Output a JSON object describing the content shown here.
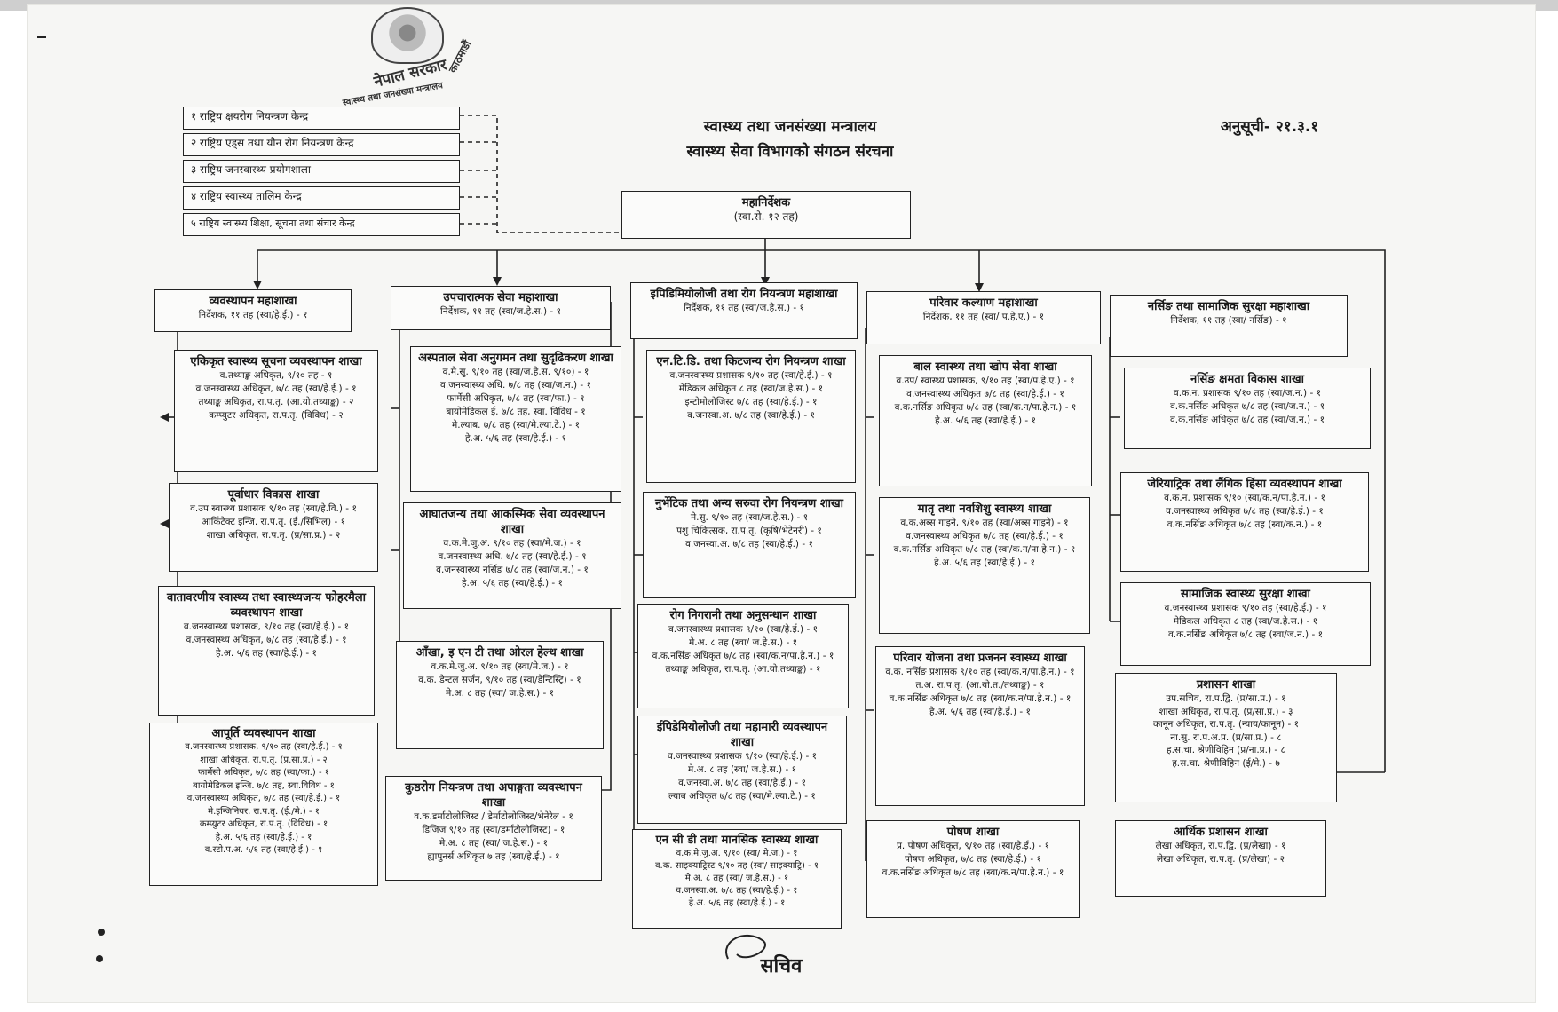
{
  "header": {
    "org_name": "नेपाल सरकार",
    "org_sub": "स्वास्थ्य तथा जनसंख्या मन्त्रालय",
    "location": "काठमाडौं",
    "title_1": "स्वास्थ्य तथा जनसंख्या मन्त्रालय",
    "title_2": "स्वास्थ्य सेवा विभागको संगठन संरचना",
    "annex": "अनुसूची- २१.३.१"
  },
  "centres": [
    "१ राष्ट्रिय क्षयरोग नियन्त्रण केन्द्र",
    "२ राष्ट्रिय एड्स तथा यौन रोग नियन्त्रण केन्द्र",
    "३ राष्ट्रिय जनस्वास्थ्य प्रयोगशाला",
    "४ राष्ट्रिय स्वास्थ्य तालिम केन्द्र",
    "५ राष्ट्रिय स्वास्थ्य शिक्षा, सूचना तथा संचार केन्द्र"
  ],
  "director_general": {
    "title": "महानिर्देशक",
    "level": "(स्वा.से. १२ तह)"
  },
  "divisions": [
    {
      "title": "व्यवस्थापन महाशाखा",
      "head": "निर्देशक, ११ तह (स्वा/हे.ई.) - १",
      "sections": [
        {
          "title": "एकिकृत स्वास्थ्य सूचना व्यवस्थापन शाखा",
          "lines": [
            "व.तथ्याङ्क अधिकृत, ९/१० तह - १",
            "व.जनस्वास्थ्य अधिकृत, ७/८ तह (स्वा/हे.ई.) - १",
            "तथ्याङ्क अधिकृत, रा.प.तृ. (आ.यो.तथ्याङ्क) - २",
            "कम्प्युटर अधिकृत, रा.प.तृ. (विविध) - २"
          ]
        },
        {
          "title": "पूर्वाधार विकास शाखा",
          "lines": [
            "व.उप स्वास्थ्य प्रशासक ९/१० तह (स्वा/हे.वि.) - १",
            "आर्किटेक्ट इन्जि. रा.प.तृ. (ई./सिभिल) - १",
            "शाखा अधिकृत, रा.प.तृ. (प्र/सा.प्र.) - २"
          ]
        },
        {
          "title": "वातावरणीय स्वास्थ्य तथा स्वास्थ्यजन्य फोहरमैला व्यवस्थापन शाखा",
          "lines": [
            "व.जनस्वास्थ्य प्रशासक, ९/१० तह (स्वा/हे.ई.) - १",
            "व.जनस्वास्थ्य अधिकृत, ७/८ तह (स्वा/हे.ई.) - १",
            "हे.अ. ५/६ तह (स्वा/हे.ई.) - १"
          ]
        },
        {
          "title": "आपूर्ति व्यवस्थापन शाखा",
          "lines": [
            "व.जनस्वास्थ्य प्रशासक, ९/१० तह (स्वा/हे.ई.) - १",
            "शाखा अधिकृत, रा.प.तृ. (प्र.सा.प्र.) - २",
            "फार्मेसी अधिकृत, ७/८ तह (स्वा/फा.) - १",
            "बायोमेडिकल इन्जि. ७/८ तह, स्वा.विविध - १",
            "व.जनस्वास्थ्य अधिकृत, ७/८ तह (स्वा/हे.ई.) - १",
            "मे.इन्जिनियर, रा.प.तृ. (ई./मे.) - १",
            "कम्प्युटर अधिकृत, रा.प.तृ. (विविध) - १",
            "हे.अ. ५/६ तह (स्वा/हे.ई.) - १",
            "व.स्टो.प.अ. ५/६ तह (स्वा/हे.ई.) - १"
          ]
        }
      ]
    },
    {
      "title": "उपचारात्मक सेवा महाशाखा",
      "head": "निर्देशक, ११ तह (स्वा/ज.हे.स.) - १",
      "sections": [
        {
          "title": "अस्पताल सेवा अनुगमन तथा सुदृढिकरण शाखा",
          "lines": [
            "व.मे.सु. ९/१० तह (स्वा/ज.हे.स. ९/१०) - १",
            "व.जनस्वास्थ्य अधि. ७/८ तह (स्वा/ज.न.) - १",
            "फार्मेसी अधिकृत, ७/८ तह (स्वा/फा.) - १",
            "बायोमेडिकल ई. ७/८ तह, स्वा. विविध - १",
            "मे.ल्याब. ७/८ तह (स्वा/मे.ल्या.टे.) - १",
            "हे.अ. ५/६ तह (स्वा/हे.ई.) - १"
          ]
        },
        {
          "title": "आघातजन्य तथा आकस्मिक सेवा व्यवस्थापन शाखा",
          "lines": [
            "व.क.मे.जु.अ. ९/१० तह (स्वा/मे.ज.) - १",
            "व.जनस्वास्थ्य अधि. ७/८ तह (स्वा/हे.ई.) - १",
            "व.जनस्वास्थ्य नर्सिङ ७/८ तह (स्वा/ज.न.) - १",
            "हे.अ. ५/६ तह (स्वा/हे.ई.) - १"
          ]
        },
        {
          "title": "आँखा, इ एन टी तथा ओरल हेल्थ शाखा",
          "lines": [
            "व.क.मे.जु.अ. ९/१० तह (स्वा/मे.ज.) - १",
            "व.क. डेन्टल सर्जन, ९/१० तह (स्वा/डेन्टिस्ट्रि) - १",
            "मे.अ. ८ तह (स्वा/ ज.हे.स.) - १"
          ]
        },
        {
          "title": "कुष्ठरोग नियन्त्रण तथा अपाङ्गता व्यवस्थापन शाखा",
          "lines": [
            "व.क.डर्माटोलोजिस्ट / डेर्माटोलोजिस्ट/भेनेरेल - १",
            "डिजिज ९/१० तह (स्वा/डर्माटोलोजिस्ट) - १",
            "मे.अ. ८ तह (स्वा/ ज.हे.स.) - १",
            "ह्यापुनर्स अधिकृत ७ तह (स्वा/हे.ई.) - १"
          ]
        }
      ]
    },
    {
      "title": "इपिडिमियोलोजी तथा रोग नियन्त्रण महाशाखा",
      "head": "निर्देशक, ११ तह (स्वा/ज.हे.स.) - १",
      "sections": [
        {
          "title": "एन.टि.डि. तथा किटजन्य रोग नियन्त्रण शाखा",
          "lines": [
            "व.जनस्वास्थ्य प्रशासक ९/१० तह (स्वा/हे.ई.) - १",
            "मेडिकल अधिकृत ८ तह (स्वा/ज.हे.स.) - १",
            "इन्टोमोलोजिस्ट ७/८ तह (स्वा/हे.ई.) - १",
            "व.जनस्वा.अ. ७/८ तह (स्वा/हे.ई.) - १"
          ]
        },
        {
          "title": "नुर्भेटिक तथा अन्य सरुवा रोग नियन्त्रण शाखा",
          "lines": [
            "मे.सु. ९/१० तह (स्वा/ज.हे.स.) - १",
            "पशु चिकित्सक, रा.प.तृ. (कृषि/भेटेनरी) - १",
            "व.जनस्वा.अ. ७/८ तह (स्वा/हे.ई.) - १"
          ]
        },
        {
          "title": "रोग निगरानी तथा अनुसन्धान शाखा",
          "lines": [
            "व.जनस्वास्थ्य प्रशासक ९/१० (स्वा/हे.ई.) - १",
            "मे.अ. ८ तह (स्वा/ ज.हे.स.) - १",
            "व.क.नर्सिङ अधिकृत ७/८ तह (स्वा/क.न/पा.हे.न.) - १",
            "तथ्याङ्क अधिकृत, रा.प.तृ. (आ.यो.तथ्याङ्क) - १"
          ]
        },
        {
          "title": "ईपिडेमियोलोजी तथा महामारी व्यवस्थापन शाखा",
          "lines": [
            "व.जनस्वास्थ्य प्रशासक ९/१० (स्वा/हे.ई.) - १",
            "मे.अ. ८ तह (स्वा/ ज.हे.स.) - १",
            "व.जनस्वा.अ. ७/८ तह (स्वा/हे.ई.) - १",
            "ल्याब अधिकृत ७/८ तह (स्वा/मे.ल्या.टे.) - १"
          ]
        },
        {
          "title": "एन सी डी तथा मानसिक स्वास्थ्य शाखा",
          "lines": [
            "व.क.मे.जु.अ. ९/१० (स्वा/ मे.ज.) - १",
            "व.क. साइक्याट्रिस्ट ९/१० तह (स्वा/ साइक्याट्रि) - १",
            "मे.अ. ८ तह (स्वा/ ज.हे.स.) - १",
            "व.जनस्वा.अ. ७/८ तह (स्वा/हे.ई.) - १",
            "हे.अ. ५/६ तह (स्वा/हे.ई.) - १"
          ]
        }
      ]
    },
    {
      "title": "परिवार कल्याण महाशाखा",
      "head": "निर्देशक, ११ तह (स्वा/ प.हे.ए.) - १",
      "sections": [
        {
          "title": "बाल स्वास्थ्य तथा खोप सेवा शाखा",
          "lines": [
            "व.उप/ स्वास्थ्य प्रशासक, ९/१० तह (स्वा/प.हे.ए.) - १",
            "व.जनस्वास्थ्य अधिकृत ७/८ तह (स्वा/हे.ई.) - १",
            "व.क.नर्सिङ अधिकृत ७/८ तह (स्वा/क.न/पा.हे.न.) - १",
            "हे.अ. ५/६ तह (स्वा/हे.ई.) - १"
          ]
        },
        {
          "title": "मातृ तथा नवशिशु स्वास्थ्य शाखा",
          "lines": [
            "व.क.अब्स गाइने, ९/१० तह (स्वा/अब्स गाइने) - १",
            "व.जनस्वास्थ्य अधिकृत ७/८ तह (स्वा/हे.ई.) - १",
            "व.क.नर्सिङ अधिकृत ७/८ तह (स्वा/क.न/पा.हे.न.) - १",
            "हे.अ. ५/६ तह (स्वा/हे.ई.) - १"
          ]
        },
        {
          "title": "परिवार योजना तथा प्रजनन स्वास्थ्य शाखा",
          "lines": [
            "व.क. नर्सिङ प्रशासक ९/१० तह (स्वा/क.न/पा.हे.न.) - १",
            "त.अ. रा.प.तृ. (आ.यो.त./तथ्याङ्क) - १",
            "व.क.नर्सिङ अधिकृत ७/८ तह (स्वा/क.न/पा.हे.न.) - १",
            "हे.अ. ५/६ तह (स्वा/हे.ई.) - १"
          ]
        },
        {
          "title": "पोषण शाखा",
          "lines": [
            "प्र. पोषण अधिकृत, ९/१० तह (स्वा/हे.ई.) - १",
            "पोषण अधिकृत, ७/८ तह (स्वा/हे.ई.) - १",
            "व.क.नर्सिङ अधिकृत ७/८ तह (स्वा/क.न/पा.हे.न.) - १"
          ]
        }
      ]
    },
    {
      "title": "नर्सिङ तथा सामाजिक सुरक्षा महाशाखा",
      "head": "निर्देशक, ११ तह (स्वा/ नर्सिङ) - १",
      "sections": [
        {
          "title": "नर्सिङ क्षमता विकास शाखा",
          "lines": [
            "व.क.न. प्रशासक ९/१० तह (स्वा/ज.न.) - १",
            "व.क.नर्सिङ अधिकृत ७/८ तह (स्वा/ज.न.) - १",
            "व.क.नर्सिङ अधिकृत ७/८ तह (स्वा/ज.न.) - १"
          ]
        },
        {
          "title": "जेरियाट्रिक तथा लैंगिक हिंसा व्यवस्थापन शाखा",
          "lines": [
            "व.क.न. प्रशासक ९/१० (स्वा/क.न/पा.हे.न.) - १",
            "व.जनस्वास्थ्य अधिकृत ७/८ तह (स्वा/हे.ई.) - १",
            "व.क.नर्सिङ अधिकृत ७/८ तह (स्वा/क.न.) - १"
          ]
        },
        {
          "title": "सामाजिक स्वास्थ्य सुरक्षा शाखा",
          "lines": [
            "व.जनस्वास्थ्य प्रशासक ९/१० तह (स्वा/हे.ई.) - १",
            "मेडिकल अधिकृत ८ तह (स्वा/ज.हे.स.) - १",
            "व.क.नर्सिङ अधिकृत ७/८ तह (स्वा/ज.न.) - १"
          ]
        },
        {
          "title": "प्रशासन शाखा",
          "lines": [
            "उप.सचिव, रा.प.द्वि. (प्र/सा.प्र.) - १",
            "शाखा अधिकृत, रा.प.तृ. (प्र/सा.प्र.) - ३",
            "कानून अधिकृत, रा.प.तृ. (न्याय/कानून) - १",
            "ना.सु. रा.प.अ.प्र. (प्र/सा.प्र.) - ८",
            "ह.स.चा. श्रेणीविहिन (प्र/ना.प्र.) - ८",
            "ह.स.चा. श्रेणीविहिन (ई/मे.) - ७"
          ]
        },
        {
          "title": "आर्थिक प्रशासन शाखा",
          "lines": [
            "लेखा अधिकृत, रा.प.द्वि. (प्र/लेखा) - १",
            "लेखा अधिकृत, रा.प.तृ. (प्र/लेखा) - २"
          ]
        }
      ]
    }
  ],
  "signature": "सचिव"
}
